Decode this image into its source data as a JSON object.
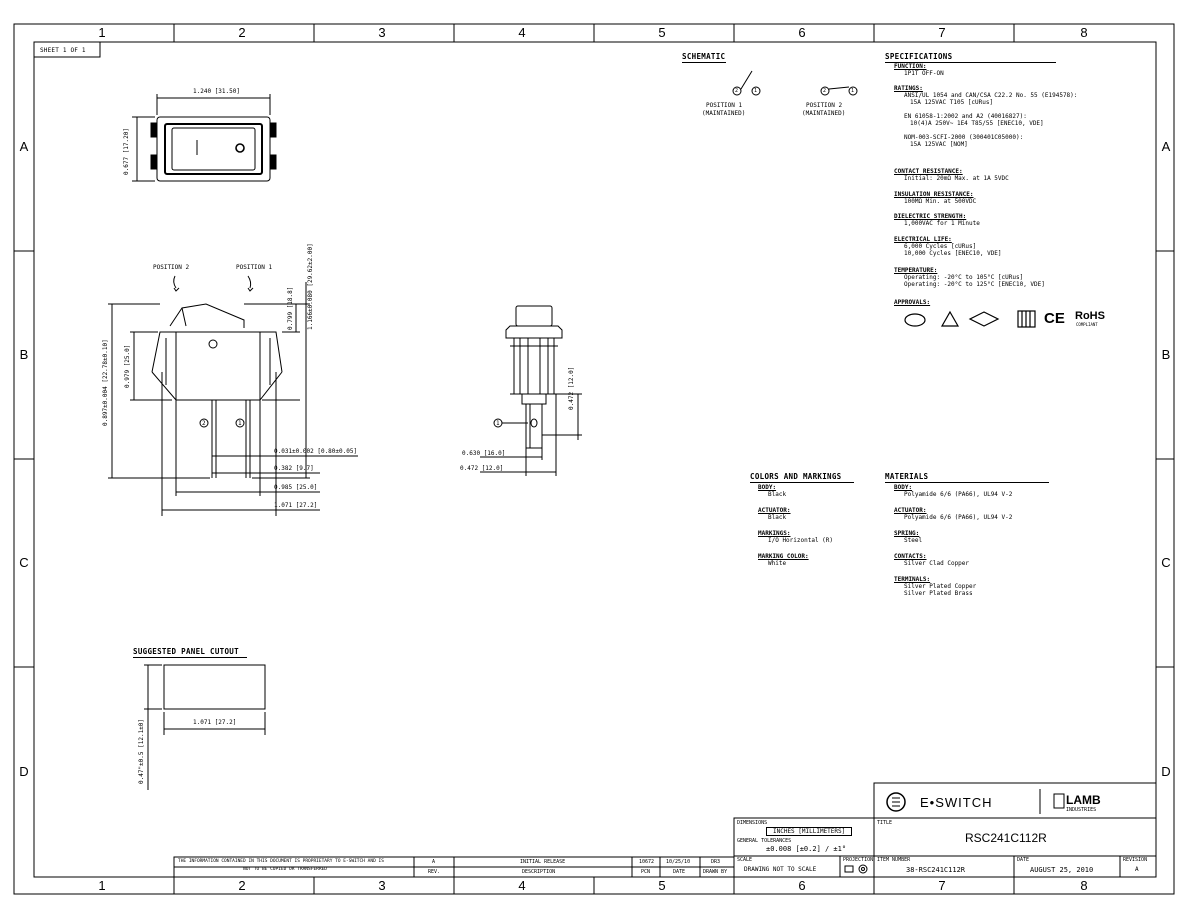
{
  "zones": {
    "columns": [
      "1",
      "2",
      "3",
      "4",
      "5",
      "6",
      "7",
      "8"
    ],
    "rows": [
      "A",
      "B",
      "C",
      "D"
    ]
  },
  "sheet": "SHEET 1 OF 1",
  "schematic": {
    "title": "SCHEMATIC",
    "pos1_label": "POSITION 1",
    "pos1_sub": "(MAINTAINED)",
    "pos2_label": "POSITION 2",
    "pos2_sub": "(MAINTAINED)",
    "term_2": "2",
    "term_1": "1"
  },
  "specifications": {
    "title": "SPECIFICATIONS",
    "function_h": "FUNCTION:",
    "function_v": "1P1T OFF-ON",
    "ratings_h": "RATINGS:",
    "ratings_1": "ANSI/UL 1054 and CAN/CSA C22.2 No. 55 (E194578):",
    "ratings_2": "15A 125VAC T105 [cURus]",
    "ratings_3": "EN 61058-1:2002 and A2 (40016827):",
    "ratings_4": "10(4)A 250V~ 1E4 T85/55 [ENEC10, VDE]",
    "ratings_5": "NOM-003-SCFI-2000 (300401C05000):",
    "ratings_6": "15A 125VAC [NOM]",
    "contact_h": "CONTACT RESISTANCE:",
    "contact_v": "Initial: 20mΩ Max. at 1A 5VDC",
    "insulation_h": "INSULATION RESISTANCE:",
    "insulation_v": "100MΩ Min. at 500VDC",
    "dielectric_h": "DIELECTRIC STRENGTH:",
    "dielectric_v": "1,000VAC for 1 Minute",
    "life_h": "ELECTRICAL LIFE:",
    "life_1": "6,000 Cycles [cURus]",
    "life_2": "10,000 Cycles [ENEC10, VDE]",
    "temp_h": "TEMPERATURE:",
    "temp_1": "Operating: -20°C to 105°C [cURus]",
    "temp_2": "Operating: -20°C to 125°C [ENEC10, VDE]",
    "approvals_h": "APPROVALS:",
    "rohs": "RoHS",
    "rohs_sub": "COMPLIANT",
    "ce": "CE"
  },
  "colors_markings": {
    "title": "COLORS AND MARKINGS",
    "body_h": "BODY:",
    "body_v": "Black",
    "actuator_h": "ACTUATOR:",
    "actuator_v": "Black",
    "markings_h": "MARKINGS:",
    "markings_v": "I/O Horizontal (R)",
    "marking_color_h": "MARKING COLOR:",
    "marking_color_v": "White"
  },
  "materials": {
    "title": "MATERIALS",
    "body_h": "BODY:",
    "body_v": "Polyamide 6/6 (PA66), UL94 V-2",
    "actuator_h": "ACTUATOR:",
    "actuator_v": "Polyamide 6/6 (PA66), UL94 V-2",
    "spring_h": "SPRING:",
    "spring_v": "Steel",
    "contacts_h": "CONTACTS:",
    "contacts_v": "Silver Clad Copper",
    "terminals_h": "TERMINALS:",
    "terminals_1": "Silver Plated Copper",
    "terminals_2": "Silver Plated Brass"
  },
  "dims": {
    "top_width": "1.240 [31.50]",
    "top_height": "0.677 [17.20]",
    "position2": "POSITION 2",
    "position1": "POSITION 1",
    "side_h1": "0.799 [18.8]",
    "side_h2": "1.166±0.080 [29.62±2.00]",
    "side_b1": "0.979 [25.0]",
    "side_b2": "0.897±0.004 [22.78±0.10]",
    "term_thk": "0.031±0.002 [0.80±0.05]",
    "term_sp": "0.382 [9.7]",
    "body_w": "0.985 [25.0]",
    "flange_w": "1.071 [27.2]",
    "end_h": "0.472 [12.0]",
    "end_w1": "0.630 [16.0]",
    "end_w2": "0.472 [12.0]",
    "term_1": "1",
    "term_2": "2"
  },
  "cutout": {
    "title": "SUGGESTED PANEL CUTOUT",
    "width": "1.071 [27.2]",
    "height": "0.47\"±0.5 [12.1±0]"
  },
  "title_block": {
    "company": "E•SWITCH",
    "lamb": "LAMB",
    "lamb_sub": "INDUSTRIES",
    "dimensions_label": "DIMENSIONS",
    "dimensions_v": "INCHES [MILLIMETERS]",
    "tolerances_label": "GENERAL TOLERANCES",
    "tolerances_v": "±0.008 [±0.2] / ±1°",
    "scale_label": "SCALE",
    "scale_v": "DRAWING NOT TO SCALE",
    "projection_label": "PROJECTION",
    "title_label": "TITLE",
    "title_v": "RSC241C112R",
    "item_label": "ITEM NUMBER",
    "item_v": "38-RSC241C112R",
    "date_label": "DATE",
    "date_v": "AUGUST 25, 2010",
    "revision_label": "REVISION",
    "revision_v": "A",
    "proprietary_1": "THE INFORMATION CONTAINED IN THIS DOCUMENT IS PROPRIETARY TO E-SWITCH AND IS",
    "proprietary_2": "NOT TO BE COPIED OR TRANSFERRED",
    "rev_a": "A",
    "rev_label": "REV.",
    "initial_release": "INITIAL RELEASE",
    "description_label": "DESCRIPTION",
    "pcn_v": "10672",
    "pcn_label": "PCN",
    "date_rev": "10/25/10",
    "date_rev_label": "DATE",
    "drawn_v": "DR3",
    "drawn_label": "DRAWN BY"
  }
}
